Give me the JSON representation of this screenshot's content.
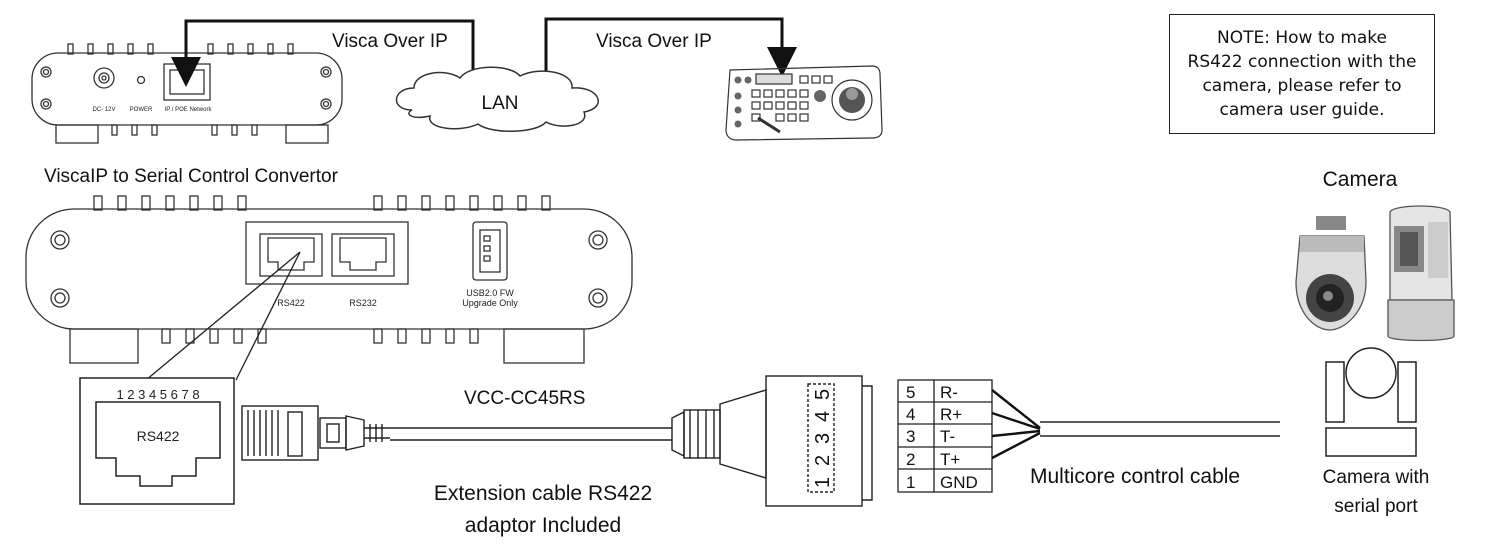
{
  "labels": {
    "visca_ip_left": "Visca Over IP",
    "visca_ip_right": "Visca Over IP",
    "lan": "LAN",
    "converter_title": "ViscaIP to Serial Control Convertor",
    "camera_title": "Camera",
    "cable_model": "VCC-CC45RS",
    "extension_line1": "Extension cable RS422",
    "extension_line2": "adaptor Included",
    "multicore": "Multicore control cable",
    "camera_serial_line1": "Camera with",
    "camera_serial_line2": "serial port"
  },
  "note": {
    "text": "NOTE: How to make RS422 connection with the camera, please refer to camera user guide."
  },
  "small_device": {
    "dc": "DC- 12V",
    "power": "POWER",
    "network": "IP / POE Network"
  },
  "large_device": {
    "port1": "RS422",
    "port2": "RS232",
    "usb_line1": "USB2.0 FW",
    "usb_line2": "Upgrade Only"
  },
  "rj45_inset": {
    "pins": "1 2 3 4 5 6 7 8",
    "label": "RS422"
  },
  "terminal_block": {
    "numbers": [
      "1",
      "2",
      "3",
      "4",
      "5"
    ]
  },
  "pinout": [
    {
      "num": "5",
      "signal": "R-"
    },
    {
      "num": "4",
      "signal": "R+"
    },
    {
      "num": "3",
      "signal": "T-"
    },
    {
      "num": "2",
      "signal": "T+"
    },
    {
      "num": "1",
      "signal": "GND"
    }
  ]
}
